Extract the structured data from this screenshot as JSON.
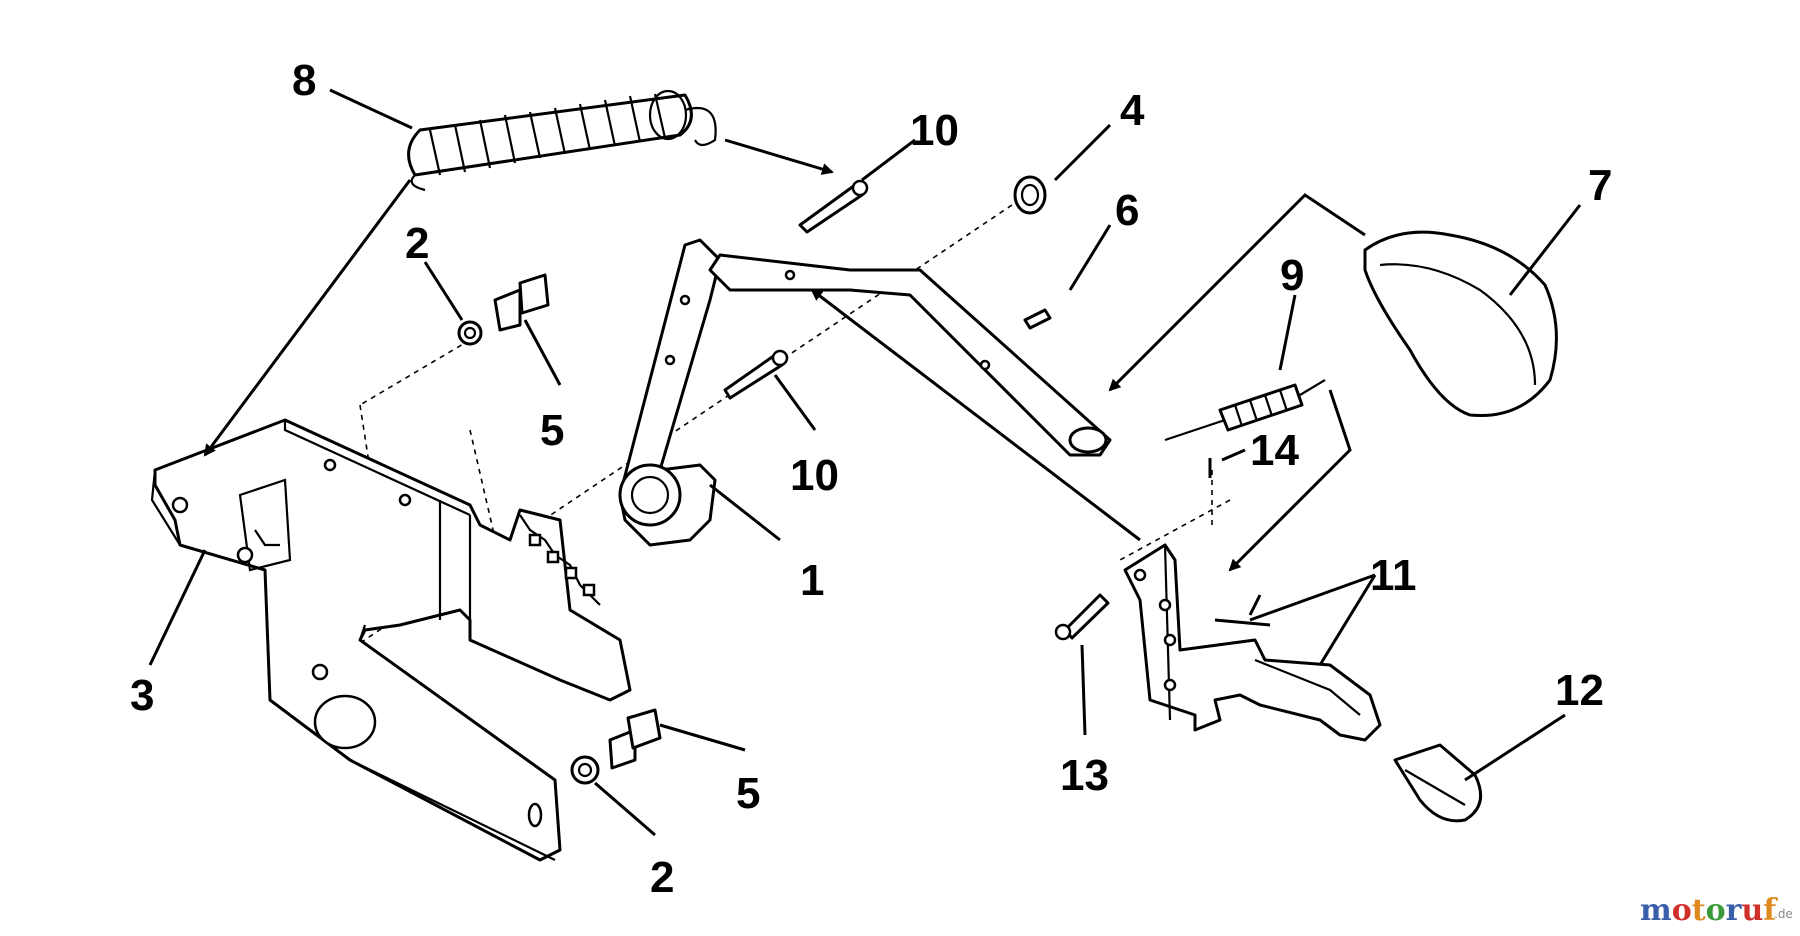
{
  "diagram": {
    "callouts": [
      "8",
      "10",
      "4",
      "6",
      "7",
      "9",
      "2",
      "5",
      "10",
      "14",
      "3",
      "1",
      "11",
      "12",
      "5",
      "13",
      "2"
    ]
  },
  "watermark": {
    "main": "motoruf",
    "suffix": ".de",
    "colors": [
      "#3a5fa8",
      "#d0302a",
      "#e08a1e",
      "#3a9a3a"
    ]
  }
}
